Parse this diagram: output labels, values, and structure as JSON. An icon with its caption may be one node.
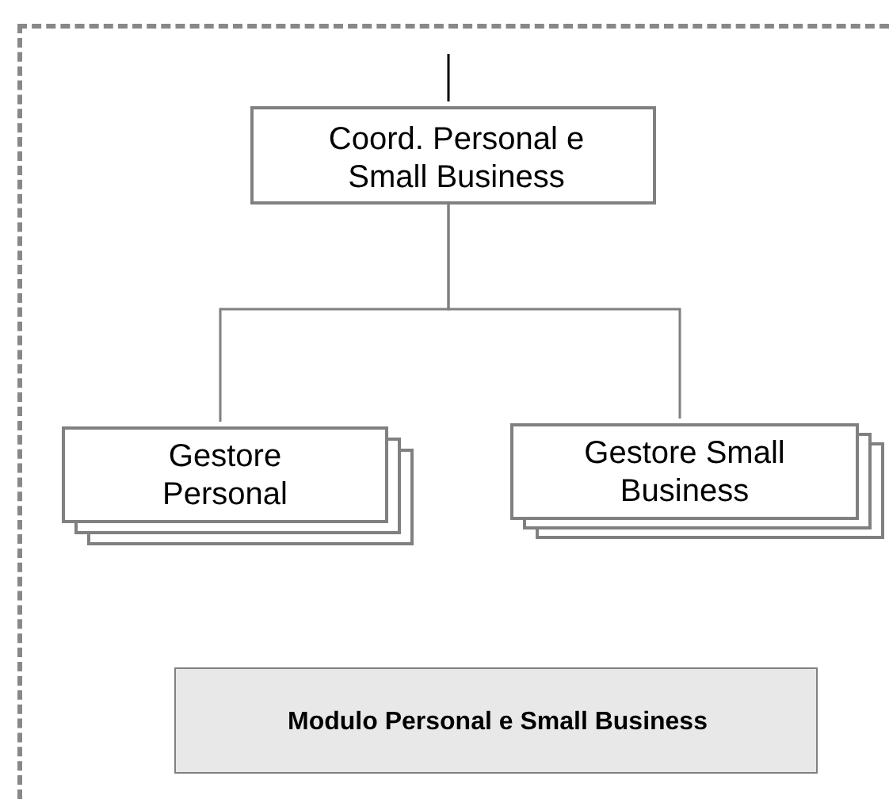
{
  "diagram": {
    "nodes": [
      {
        "text": [],
        "shape": "box"
      },
      {
        "text": [
          "Coord. Personal e Small Business"
        ],
        "in": 0
      },
      {
        "text": [
          "Gestore Personal"
        ],
        "in": 0
      },
      {
        "text": [
          "Gestore Small Business"
        ],
        "in": 0
      },
      {
        "text": [
          "Modulo Personal e Small Business"
        ],
        "in": 0
      }
    ],
    "edges": [
      {
        "from": null,
        "to": 1,
        "arrow": "none",
        "color": "#000000"
      },
      {
        "from": 1,
        "to": 2,
        "arrow": "none"
      },
      {
        "from": 1,
        "to": 3,
        "arrow": "none"
      }
    ]
  }
}
